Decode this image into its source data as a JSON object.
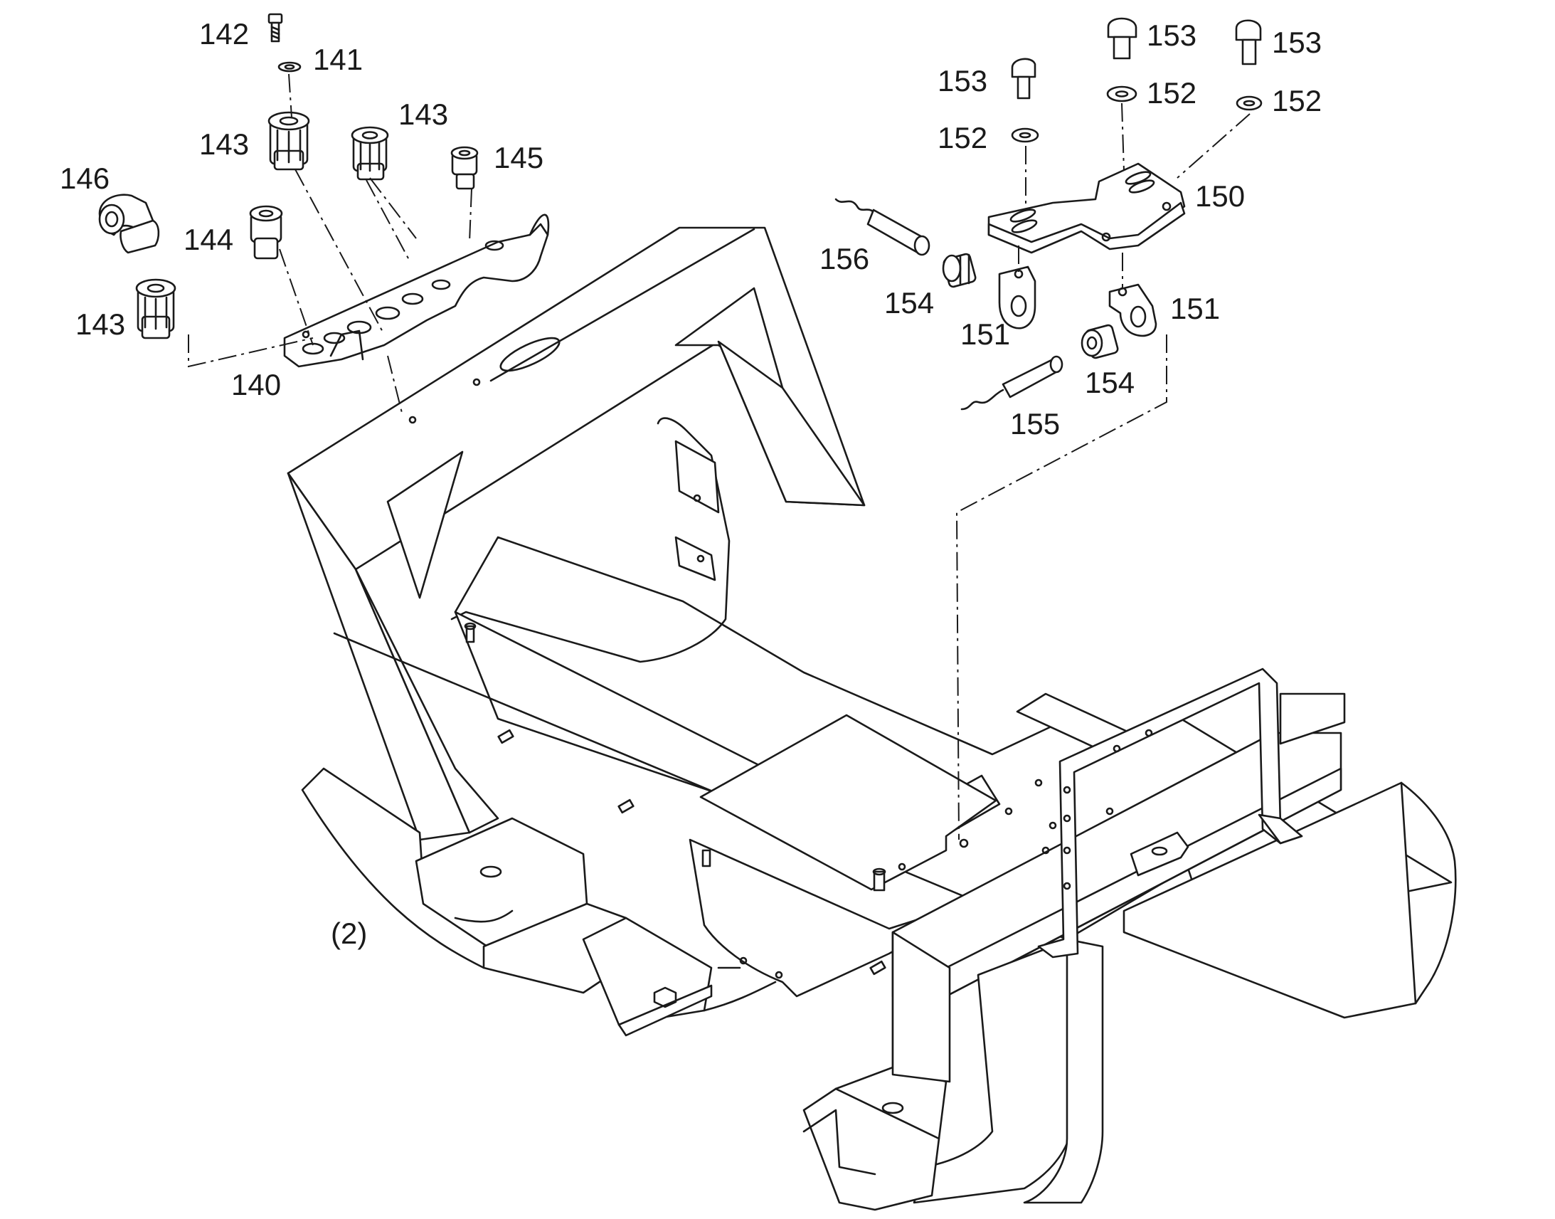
{
  "diagram": {
    "callouts": [
      {
        "id": "c142",
        "text": "142"
      },
      {
        "id": "c141",
        "text": "141"
      },
      {
        "id": "c143a",
        "text": "143"
      },
      {
        "id": "c143b",
        "text": "143"
      },
      {
        "id": "c145",
        "text": "145"
      },
      {
        "id": "c146",
        "text": "146"
      },
      {
        "id": "c144",
        "text": "144"
      },
      {
        "id": "c143c",
        "text": "143"
      },
      {
        "id": "c140",
        "text": "140"
      },
      {
        "id": "c153a",
        "text": "153"
      },
      {
        "id": "c153b",
        "text": "153"
      },
      {
        "id": "c153c",
        "text": "153"
      },
      {
        "id": "c152a",
        "text": "152"
      },
      {
        "id": "c152b",
        "text": "152"
      },
      {
        "id": "c152c",
        "text": "152"
      },
      {
        "id": "c150",
        "text": "150"
      },
      {
        "id": "c156",
        "text": "156"
      },
      {
        "id": "c154a",
        "text": "154"
      },
      {
        "id": "c151a",
        "text": "151"
      },
      {
        "id": "c151b",
        "text": "151"
      },
      {
        "id": "c154b",
        "text": "154"
      },
      {
        "id": "c155",
        "text": "155"
      },
      {
        "id": "c2",
        "text": "(2)"
      }
    ]
  }
}
